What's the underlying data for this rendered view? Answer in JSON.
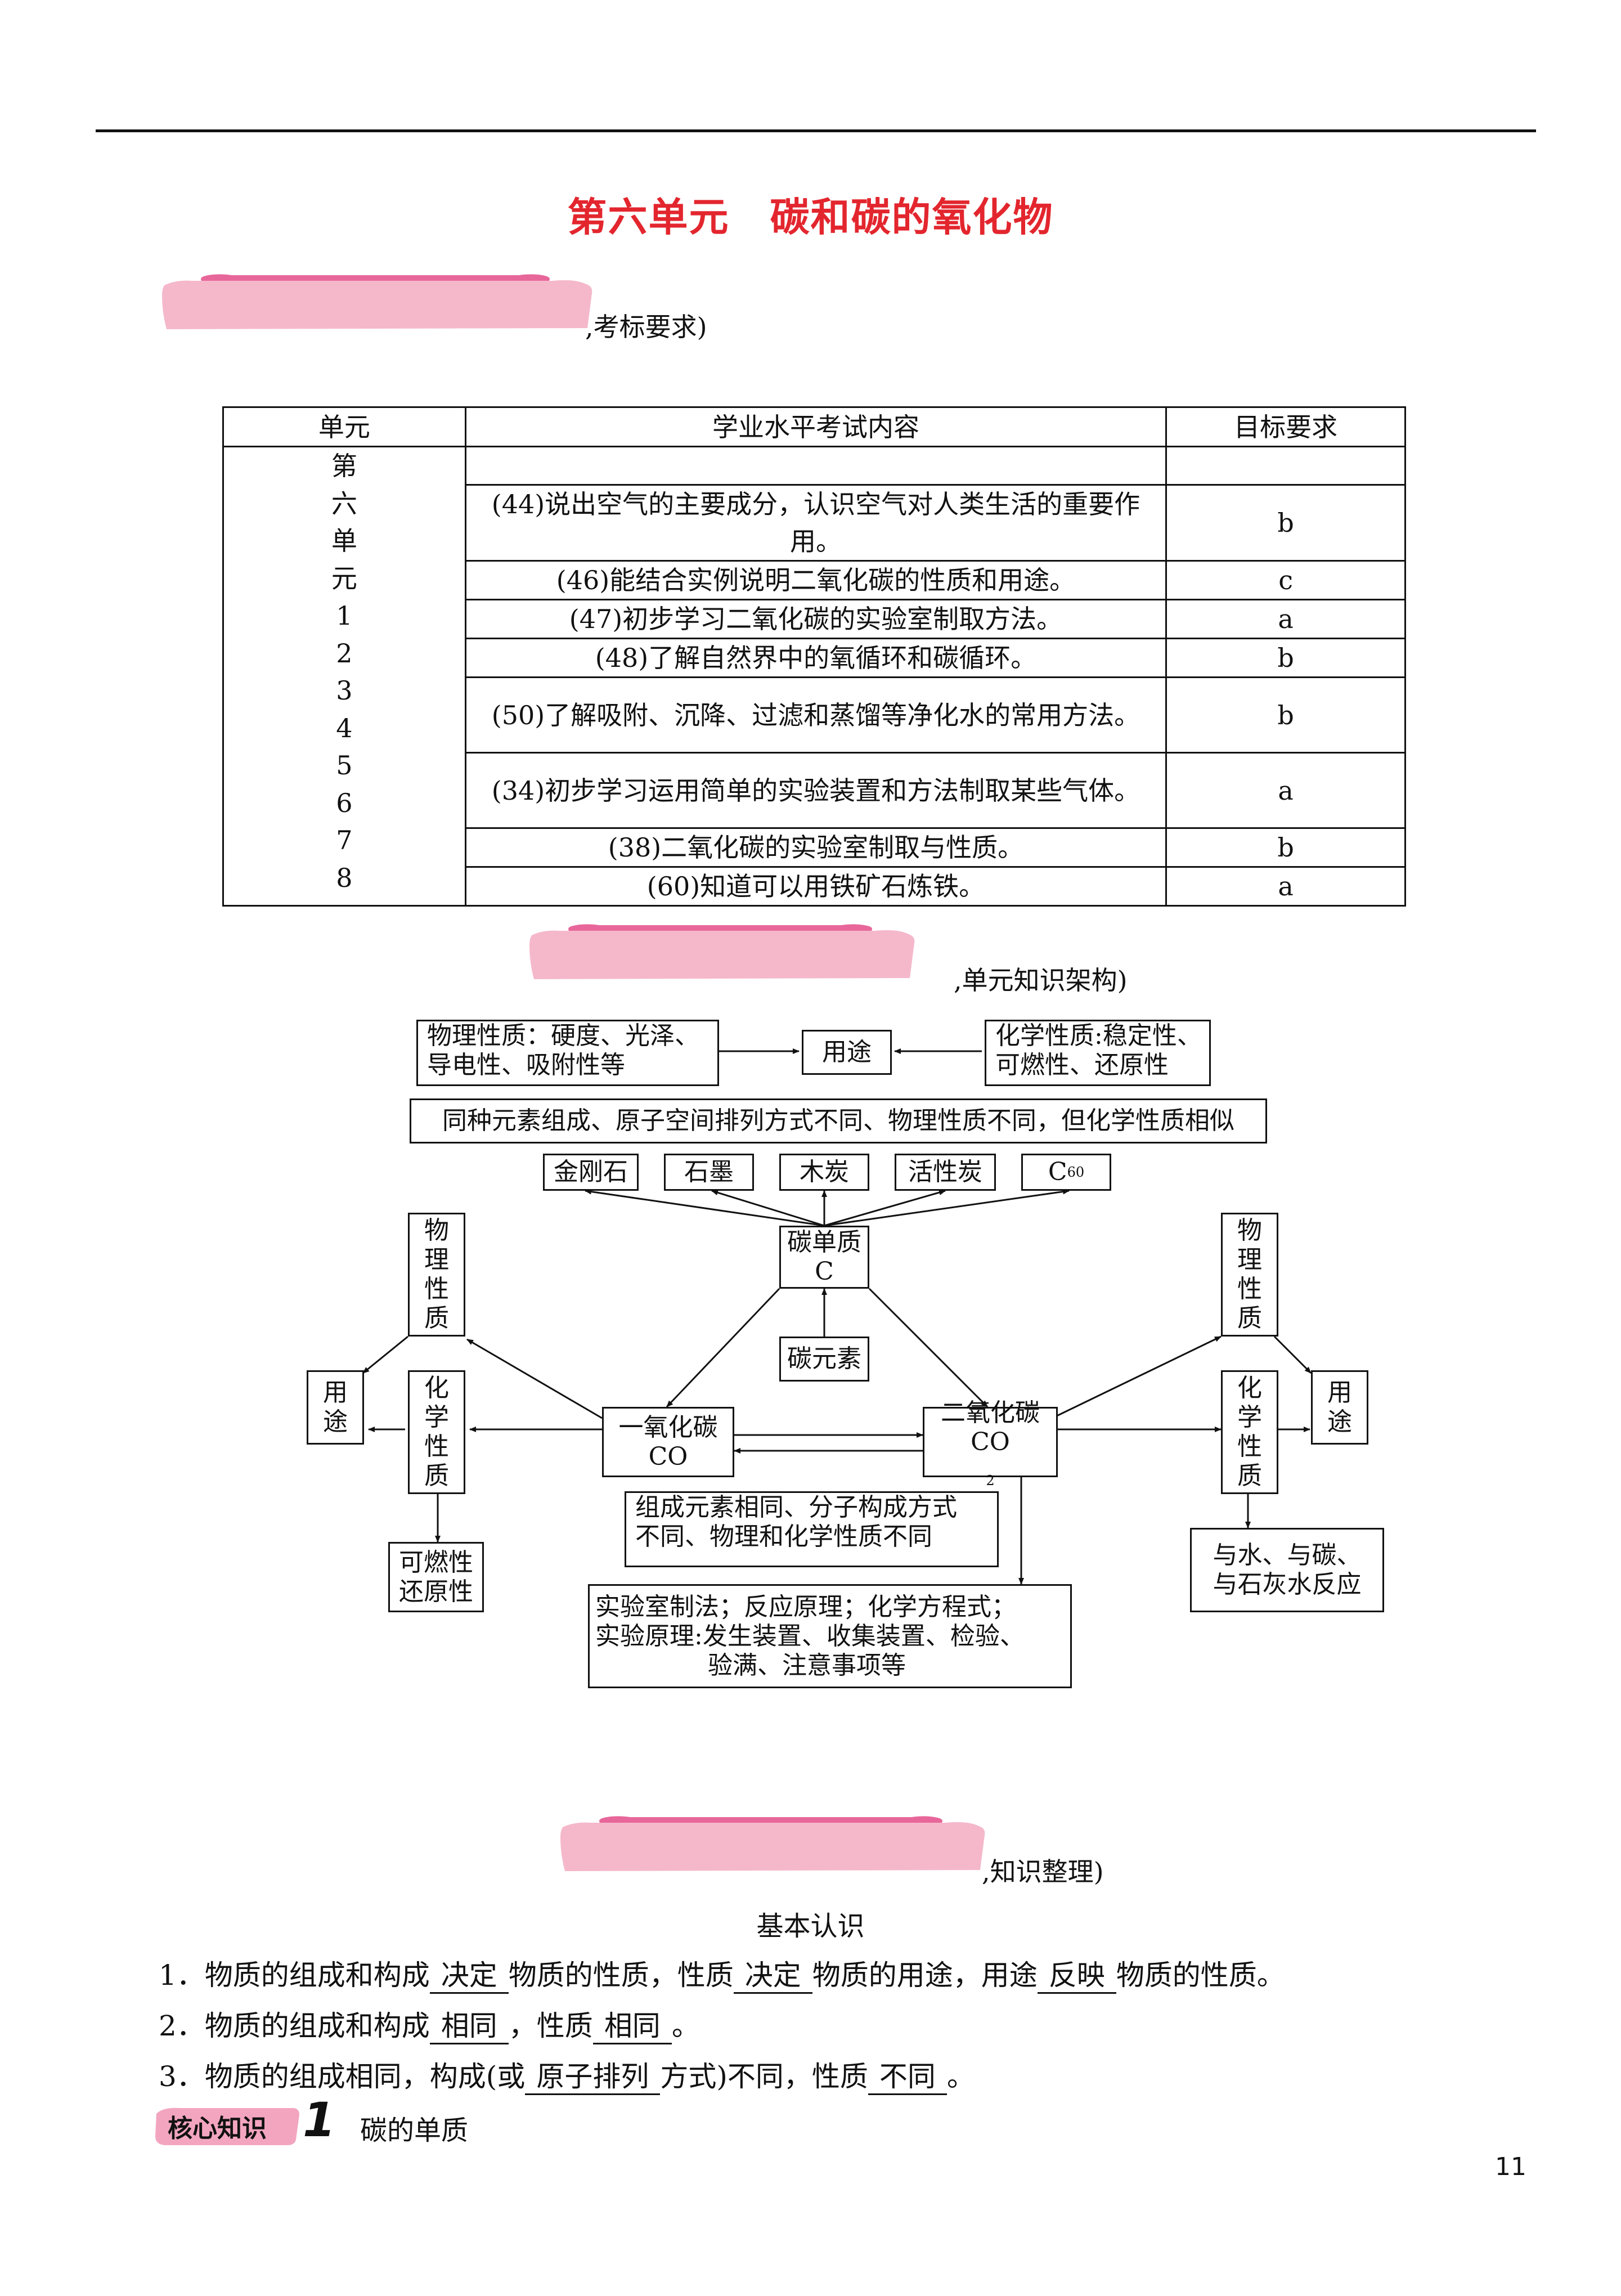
{
  "page_title": "第六单元　碳和碳的氧化物",
  "banners": {
    "b1": ",考标要求)",
    "b2": ",单元知识架构)",
    "b3": ",知识整理)"
  },
  "table": {
    "headers": [
      "单元",
      "学业水平考试内容",
      "目标要求"
    ],
    "unit_chars": [
      "第",
      "六",
      "单",
      "元",
      "1",
      "2",
      "3",
      "4",
      "5",
      "6",
      "7",
      "8"
    ],
    "rows": [
      {
        "content": "",
        "level": ""
      },
      {
        "content": "(44)说出空气的主要成分，认识空气对人类生活的重要作用。",
        "level": "b"
      },
      {
        "content": "(46)能结合实例说明二氧化碳的性质和用途。",
        "level": "c"
      },
      {
        "content": "(47)初步学习二氧化碳的实验室制取方法。",
        "level": "a"
      },
      {
        "content": "(48)了解自然界中的氧循环和碳循环。",
        "level": "b"
      },
      {
        "content": "(50)了解吸附、沉降、过滤和蒸馏等净化水的常用方法。",
        "level": "b"
      },
      {
        "content": "(34)初步学习运用简单的实验装置和方法制取某些气体。",
        "level": "a"
      },
      {
        "content": "(38)二氧化碳的实验室制取与性质。",
        "level": "b"
      },
      {
        "content": "(60)知道可以用铁矿石炼铁。",
        "level": "a"
      }
    ]
  },
  "diagram": {
    "phys_top_1": "物理性质：硬度、光泽、",
    "phys_top_2": "导电性、吸附性等",
    "use_top": "用途",
    "chem_top_1": "化学性质:稳定性、",
    "chem_top_2": "可燃性、还原性",
    "element_note": "同种元素组成、原子空间排列方式不同、物理性质不同，但化学性质相似",
    "allotropes": [
      "金刚石",
      "石墨",
      "木炭",
      "活性炭",
      "C"
    ],
    "c60_sub": "60",
    "carbon_simple_1": "碳单质",
    "carbon_simple_2": "C",
    "carbon_element": "碳元素",
    "co_1": "一氧化碳",
    "co_2": "CO",
    "co2_1": "二氧化碳",
    "co2_2": "CO",
    "co2_sub": "2",
    "phys_side": [
      "物",
      "理",
      "性",
      "质"
    ],
    "chem_side": [
      "化",
      "学",
      "性",
      "质"
    ],
    "use_side": [
      "用",
      "途"
    ],
    "co_props_1": "可燃性",
    "co_props_2": "还原性",
    "co2_reacts_1": "与水、与碳、",
    "co2_reacts_2": "与石灰水反应",
    "compare_1": "组成元素相同、分子构成方式",
    "compare_2": "不同、物理和化学性质不同",
    "lab_1": "实验室制法；反应原理；化学方程式；",
    "lab_2": "实验原理:发生装置、收集装置、检验、",
    "lab_3": "验满、注意事项等"
  },
  "knowledge": {
    "section_title": "基本认识",
    "l1": {
      "num": "1．",
      "a": "物质的组成和构成",
      "b1": "决定",
      "c": "物质的性质，性质",
      "b2": "决定",
      "d": "物质的用途，用途",
      "b3": "反映",
      "e": "物质的性质。"
    },
    "l2": {
      "num": "2．",
      "a": "物质的组成和构成",
      "b1": "相同",
      "c": "，性质",
      "b2": "相同",
      "d": "。"
    },
    "l3": {
      "num": "3．",
      "a": "物质的组成相同，构成(或",
      "b1": "原子排列",
      "c": "方式)不同，性质",
      "b2": "不同",
      "d": "。"
    }
  },
  "core": {
    "badge": "核心知识",
    "num": "1",
    "title": "碳的单质"
  },
  "page_number": "11",
  "colors": {
    "title": "#e3262e",
    "banner": "#f5b8cb",
    "banner_top": "#e8679a",
    "badge": "#f3a5bf"
  }
}
